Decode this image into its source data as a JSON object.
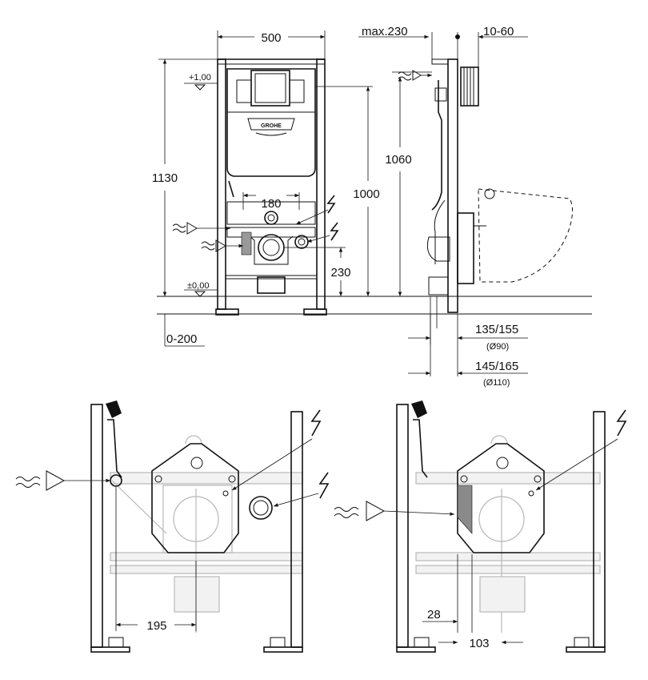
{
  "front_view": {
    "width_label": "500",
    "height_label": "1130",
    "brand_label": "GROHE",
    "top_level_label": "+1,00",
    "floor_level_label": "±0,00",
    "inlet_spacing_label": "180",
    "outlet_height_label": "230",
    "plate_height_label": "1000",
    "floor_adjust_label": "0-200"
  },
  "side_view": {
    "depth_max_label": "max.230",
    "wall_range_label": "10-60",
    "height_label": "1060",
    "dim_a_label": "135/155",
    "dim_a_sub_label": "(Ø90)",
    "dim_b_label": "145/165",
    "dim_b_sub_label": "(Ø110)"
  },
  "detail_left": {
    "offset_label": "195"
  },
  "detail_right": {
    "offset_small_label": "28",
    "offset_label": "103"
  }
}
